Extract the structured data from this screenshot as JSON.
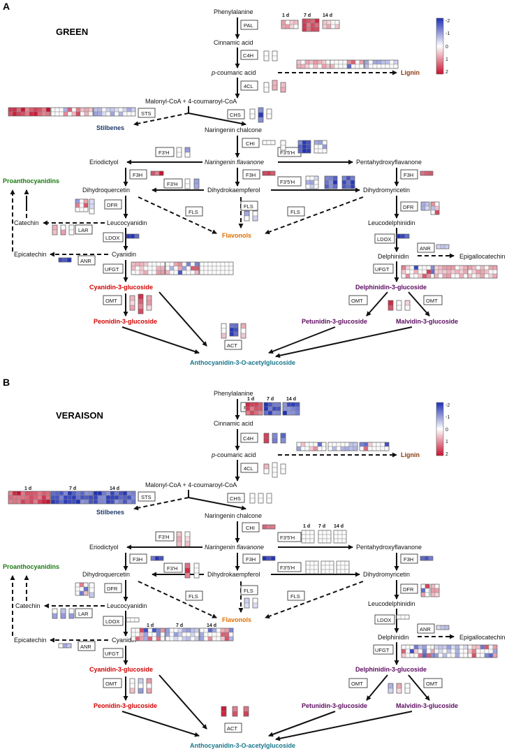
{
  "panel_a": {
    "letter": "A",
    "condition": "GREEN",
    "timepoints": [
      "1 d",
      "7 d",
      "14 d"
    ]
  },
  "panel_b": {
    "letter": "B",
    "condition": "VERAISON",
    "timepoints": [
      "1 d",
      "7 d",
      "14 d"
    ]
  },
  "legend": {
    "labels": [
      "-2",
      "-1",
      "0",
      "1",
      "2"
    ]
  },
  "metabolites": {
    "phenylalanine": "Phenylalanine",
    "cinnamic_acid": "Cinnamic acid",
    "p_prefix": "p",
    "coumaric_acid": "-coumaric acid",
    "malonyl": "Malonyl-CoA + 4-coumaroyl-CoA",
    "naringenin_chalcone": "Naringenin chalcone",
    "naringenin_flavanone": "Naringenin flavanone",
    "eriodictyol": "Eriodictyol",
    "pentahydroxy": "Pentahydroxyflavanone",
    "dihydroquercetin": "Dihydroquercetin",
    "dihydrokaempferol": "Dihydrokaempferol",
    "dihydromyricetin": "Dihydromyricetin",
    "catechin": "Catechin",
    "leucocyanidin": "Leucocyanidin",
    "leucodelphinidin": "Leucodelphinidin",
    "epicatechin": "Epicatechin",
    "cyanidin": "Cyanidin",
    "delphinidin": "Delphinidin",
    "epigallocatechin": "Epigallocatechin"
  },
  "products": {
    "lignin": "Lignin",
    "stilbenes": "Stilbenes",
    "proanthocyanidins": "Proanthocyanidins",
    "flavonols": "Flavonols",
    "cyanidin_3g": "Cyanidin-3-glucoside",
    "peonidin_3g": "Peonidin-3-glucoside",
    "delphinidin_3g": "Delphinidin-3-glucoside",
    "petunidin_3g": "Petunidin-3-glucoside",
    "malvidin_3g": "Malvidin-3-glucoside",
    "acetylglucoside": "Anthocyanidin-3-O-acetylglucoside"
  },
  "enzymes": {
    "pal": "PAL",
    "c4h": "C4H",
    "cl4": "4CL",
    "sts": "STS",
    "chs": "CHS",
    "chi": "CHI",
    "f3h": "F3H",
    "f3ph": "F3'H",
    "f35h": "F3'5'H",
    "dfr": "DFR",
    "fls": "FLS",
    "lar": "LAR",
    "ldox": "LDOX",
    "anr": "ANR",
    "ufgt": "UFGT",
    "omt": "OMT",
    "act": "ACT"
  },
  "colors": {
    "up": "#c8102e",
    "down": "#1f2fb5",
    "neutral": "#f2f2f2",
    "lignin": "#8b3a0e",
    "anthocyanin_red": "#d10000",
    "anthocyanin_purple": "#5b0a5f",
    "flavonols": "#e07000",
    "proanthocyanidins": "#1b7a12",
    "stilbenes": "#1d3a6b",
    "acetylglucoside": "#17768a"
  }
}
